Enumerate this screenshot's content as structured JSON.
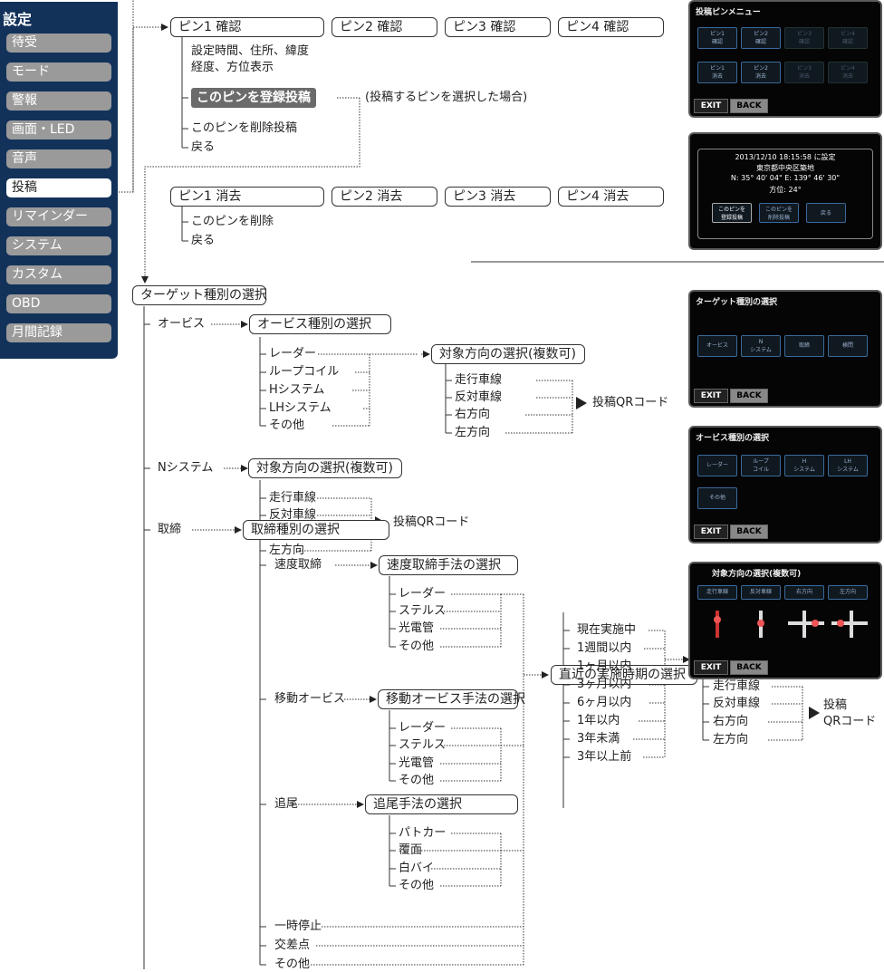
{
  "menu": {
    "title": "設定",
    "items": [
      "待受",
      "モード",
      "警報",
      "画面・LED",
      "音声",
      "投稿",
      "リマインダー",
      "システム",
      "カスタム",
      "OBD",
      "月間記録"
    ],
    "selected_index": 5
  },
  "pins_confirm": [
    "ピン1 確認",
    "ピン2 確認",
    "ピン3 確認",
    "ピン4 確認"
  ],
  "pin_confirm_desc": [
    "設定時間、住所、緯度",
    "経度、方位表示"
  ],
  "register_post": "このピンを登録投稿",
  "register_note": "(投稿するピンを選択した場合)",
  "delete_post": "このピンを削除投稿",
  "back": "戻る",
  "pins_delete": [
    "ピン1 消去",
    "ピン2 消去",
    "ピン3 消去",
    "ピン4 消去"
  ],
  "delete_pin": "このピンを削除",
  "target_select": "ターゲット種別の選択",
  "orbis": "オービス",
  "orbis_select": "オービス種別の選択",
  "orbis_types": [
    "レーダー",
    "ループコイル",
    "Hシステム",
    "LHシステム",
    "その他"
  ],
  "direction_select": "対象方向の選択(複数可)",
  "directions": [
    "走行車線",
    "反対車線",
    "右方向",
    "左方向"
  ],
  "post_qr": "投稿QRコード",
  "nsystem": "Nシステム",
  "enforcement": "取締",
  "enforcement_select": "取締種別の選択",
  "speed": "速度取締",
  "speed_select": "速度取締手法の選択",
  "speed_methods": [
    "レーダー",
    "ステルス",
    "光電管",
    "その他"
  ],
  "mobile": "移動オービス",
  "mobile_select": "移動オービス手法の選択",
  "mobile_methods": [
    "レーダー",
    "ステルス",
    "光電管",
    "その他"
  ],
  "chase": "追尾",
  "chase_select": "追尾手法の選択",
  "chase_methods": [
    "パトカー",
    "覆面",
    "白バイ",
    "その他"
  ],
  "others": [
    "一時停止",
    "交差点",
    "その他"
  ],
  "recent_select": "直近の実施時期の選択",
  "recent_options": [
    "現在実施中",
    "1週間以内",
    "1ヶ月以内",
    "3ヶ月以内",
    "6ヶ月以内",
    "1年以内",
    "3年未満",
    "3年以上前"
  ],
  "post_qr_a": "投稿",
  "post_qr_b": "QRコード",
  "screen1": {
    "title": "投稿ピンメニュー",
    "row1": [
      "ピン1\n確認",
      "ピン2\n確認",
      "ピン3\n確認",
      "ピン4\n確認"
    ],
    "row2": [
      "ピン1\n消去",
      "ピン2\n消去",
      "ピン3\n消去",
      "ピン4\n消去"
    ],
    "exit": "EXIT",
    "back": "BACK"
  },
  "screen2": {
    "line1": "2013/12/10 18:15:58 に設定",
    "line2": "東京都中央区築地",
    "line3": "N: 35° 40' 04\"  E: 139° 46' 30\"",
    "line4": "方位: 24°",
    "btns": [
      "このピンを\n登録投稿",
      "このピンを\n削除投稿",
      "戻る"
    ]
  },
  "screen3": {
    "title": "ターゲット種別の選択",
    "btns": [
      "オービス",
      "N\nシステム",
      "取締",
      "検問"
    ],
    "exit": "EXIT",
    "back": "BACK"
  },
  "screen4": {
    "title": "オービス種別の選択",
    "btns": [
      "レーダー",
      "ループ\nコイル",
      "H\nシステム",
      "LH\nシステム",
      "その他"
    ],
    "exit": "EXIT",
    "back": "BACK"
  },
  "screen5": {
    "title": "対象方向の選択(複数可)",
    "btns": [
      "走行車線",
      "反対車線",
      "右方向",
      "左方向"
    ],
    "exit": "EXIT",
    "back": "BACK"
  }
}
